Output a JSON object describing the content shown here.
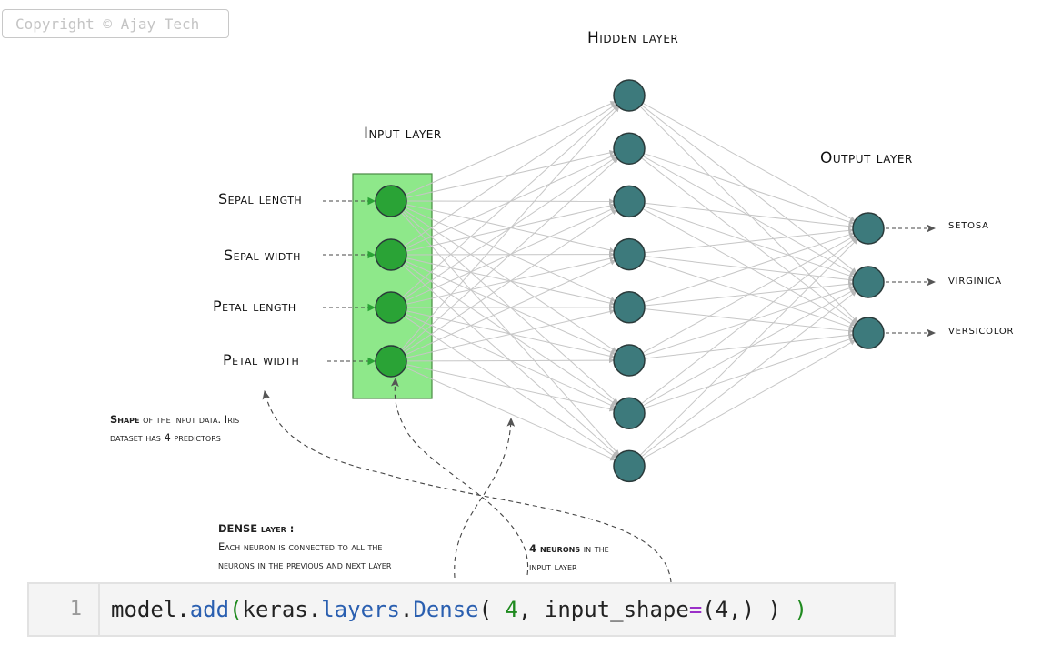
{
  "watermark": "Copyright © Ajay Tech",
  "titles": {
    "hidden": "Hidden layer",
    "input": "Input layer",
    "output": "Output layer"
  },
  "inputs": [
    "Sepal length",
    "Sepal width",
    "Petal length",
    "Petal width"
  ],
  "outputs": [
    "setosa",
    "virginica",
    "versicolor"
  ],
  "hidden_neuron_count": 8,
  "notes": {
    "shape_bold": "Shape",
    "shape_rest": "of the input data. Iris",
    "shape_line2": "dataset has 4 predictors",
    "dense_bold": "DENSE",
    "dense_rest": "layer :",
    "dense_line2": "Each neuron is connected to all the",
    "dense_line3": "neurons in the previous and next layer",
    "neurons_bold": "4 neurons",
    "neurons_rest": "in the",
    "neurons_line2": "input layer"
  },
  "code": {
    "line_number": "1",
    "tokens": {
      "t1": "model.",
      "t2": "add",
      "t3": "(",
      "t4": "keras.",
      "t5": "layers",
      "t6": ".",
      "t7": "Dense",
      "t8": "( ",
      "t9": "4",
      "t10": ", input_shape",
      "t11": "=",
      "t12": "(4,) ) ",
      "t13": ")"
    }
  },
  "colors": {
    "input_box": "#8ee88a",
    "input_box_border": "#4a8a44",
    "input_neuron": "#2aa336",
    "hidden_neuron": "#3d7a7c",
    "neuron_border": "#2a3a3a",
    "edge": "#c6c6c6"
  }
}
